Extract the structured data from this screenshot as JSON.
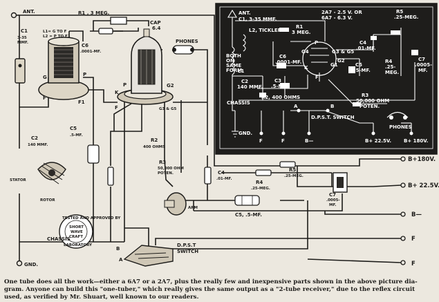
{
  "main": {
    "ant": "ANT.",
    "c1_name": "C1",
    "c1_value_1": "3-35",
    "c1_value_2": "MMF.",
    "r1": "R1 , 3 MEG.",
    "c6_name": "C6",
    "c6_value": ".0001-MF.",
    "cap_1": "CAP",
    "cap_2": "6.4",
    "phones": "PHONES",
    "coil_1": "L1= G TO F",
    "coil_2": "L2 = P TO F1",
    "pin_g": "G",
    "pin_p": "P",
    "pin_f": "F",
    "pin_f1": "F1",
    "tube_k": "K",
    "tube_p": "P",
    "tube_f": "F",
    "tube_g2": "G2",
    "tube_g3g5": "G3 & G5",
    "c5_name": "C5",
    "c5_value": ".5-MF.",
    "c2_name": "C2",
    "c2_value": "140 MMF.",
    "stator": "STATOR",
    "rotor": "ROTOR",
    "r2_name": "R2",
    "r2_value": "400 OHMS",
    "r3_name": "R3",
    "r3_value_1": "50,000 OHM",
    "r3_value_2": "POTEN.",
    "arm": "ARM",
    "c4_name": "C4",
    "c4_value": ".01-MF.",
    "r4_name": "R4",
    "r4_value": ".25-MEG.",
    "r5_name": "R5",
    "r5_value": ".25-MEG.",
    "c5b": "C5, .5-MF.",
    "c7_name": "C7",
    "c7_value_1": ".0005-",
    "c7_value_2": "MF.",
    "b180": "B+180V.",
    "b22": "B+ 22.5V.",
    "bminus": "B—",
    "f1": "F",
    "f2": "F",
    "chassis": "CHASSIS",
    "seal_1": "TESTED AND APPROVED BY",
    "seal_2": "SHORT",
    "seal_3": "WAVE",
    "seal_4": "CRAFT",
    "seal_5": "LABORATORY",
    "b_lbl": "B",
    "a_lbl": "A",
    "dpst_1": "D.P.S.T",
    "dpst_2": "SWITCH",
    "gnd": "GND."
  },
  "inset": {
    "ant": "ANT.",
    "c1": "C1, 3-35 MMF.",
    "l2": "L2, TICKLER",
    "tube_1": "2A7 - 2.5 V. OR",
    "tube_2": "6A7 - 6.3 V.",
    "r5_name": "R5",
    "r5_value": ".25-MEG.",
    "r1_name": "R1",
    "r1_value": "3 MEG.",
    "g4": "G4",
    "both_1": "BOTH",
    "both_2": "ON",
    "both_3": "SAME",
    "both_4": "FORM",
    "c6_name": "C6",
    "c6_value": ".0001-MF.",
    "g3g5": "G3 & G5",
    "g1": "G1",
    "g2": "G2",
    "p": "P",
    "k": "K",
    "f": "F",
    "c4_name": "C4",
    "c4_value": ".01-MF.",
    "c7_name": "C7",
    "c7_value_1": ".0005-",
    "c7_value_2": "MF.",
    "c5_name": "C5",
    "c5_value": ".5-MF.",
    "r4_name": "R4",
    "r4_value_1": ".25-",
    "r4_value_2": "MEG.",
    "l1": "L1",
    "c2_name": "C2",
    "c2_value": "140 MMF.",
    "c3_name": "C3",
    "c3_value": ".5-MF.",
    "chassis": "CHASSIS",
    "r2": "R2, 400 OHMS",
    "r3_name": "R3",
    "r3_value_1": "50,000 OHM",
    "r3_value_2": "POTEN.",
    "sw_a": "A",
    "sw_b": "B",
    "dpst": "D.P.S.T. SWITCH",
    "phones": "PHONES",
    "gnd": "GND.",
    "bot_f1": "F",
    "bot_f2": "F",
    "bot_bminus": "B—",
    "bot_b22": "B+ 22.5V.",
    "bot_b180": "B+ 180V."
  },
  "caption": {
    "line1": "One tube does all the work—either a 6A7 or a 2A7, plus the really few and inexpensive parts shown in the above picture dia-",
    "line2": "gram.  Anyone can build this \"one-tuber,\" which really gives the same output as a \"2-tube receiver,\" due to the reflex circuit",
    "line3": "used, as verified by Mr. Shuart, well known to our readers."
  }
}
